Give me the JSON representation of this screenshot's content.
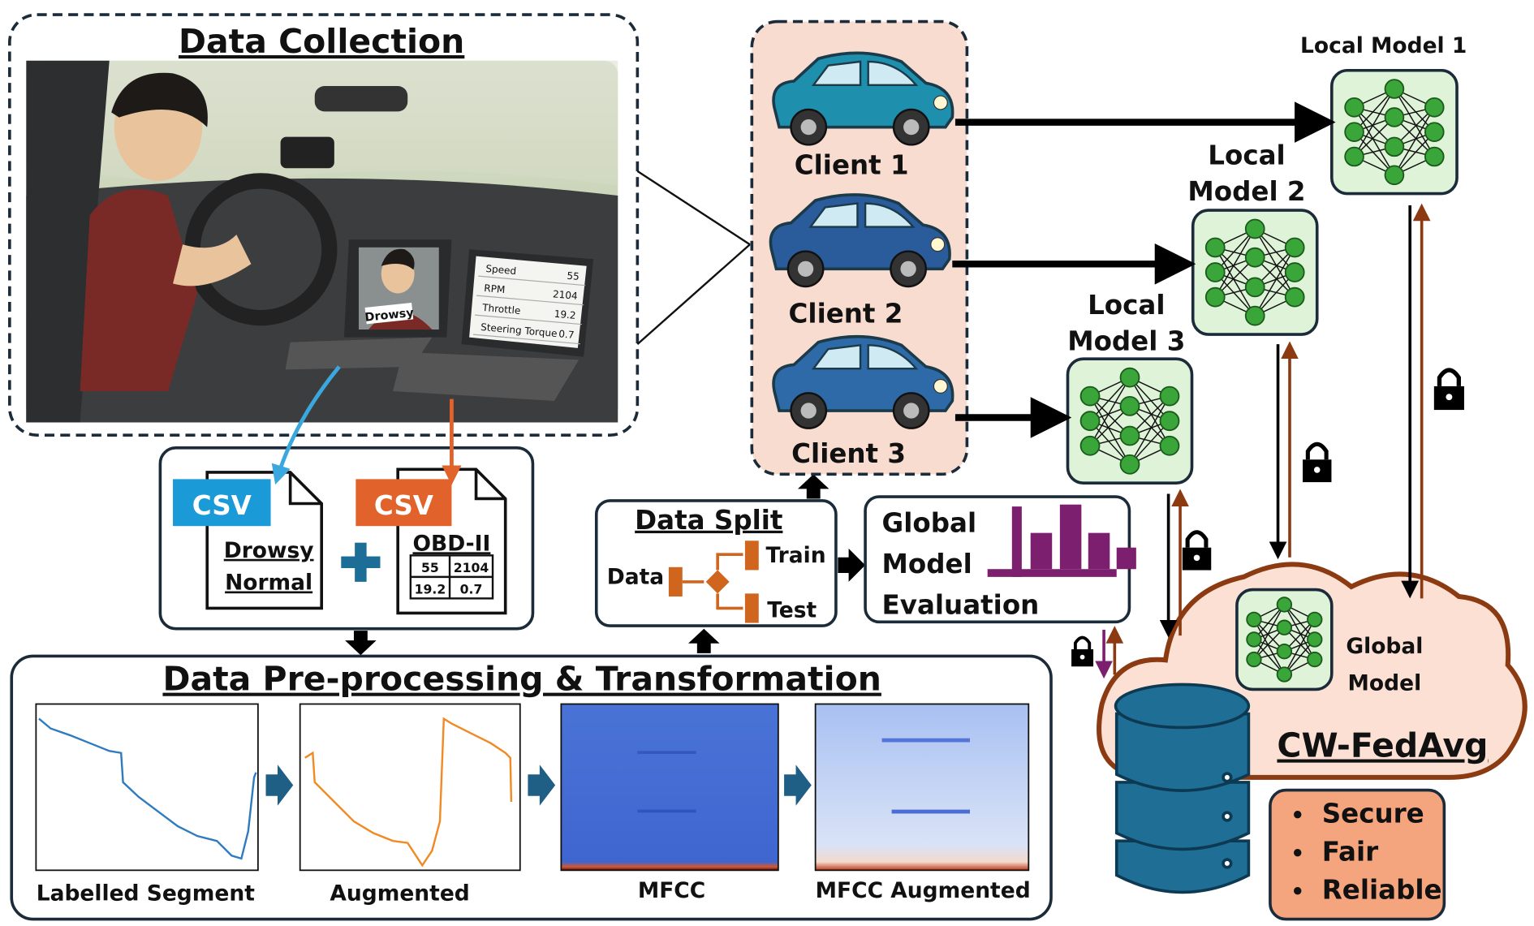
{
  "data_collection": {
    "title": "Data Collection",
    "camera_label": "Drowsy",
    "obd_table": [
      [
        "Speed",
        "55"
      ],
      [
        "RPM",
        "2104"
      ],
      [
        "Throttle",
        "19.2"
      ],
      [
        "Steering Torque",
        "0.7"
      ]
    ]
  },
  "csv": {
    "tag": "CSV",
    "doc1_line1": "Drowsy",
    "doc1_line2": "Normal",
    "doc2_title": "OBD-II",
    "doc2_cells": [
      "55",
      "2104",
      "19.2",
      "0.7"
    ]
  },
  "preprocessing": {
    "title": "Data Pre-processing & Transformation",
    "panels": [
      "Labelled Segment",
      "Augmented",
      "MFCC",
      "MFCC Augmented"
    ]
  },
  "data_split": {
    "title": "Data Split",
    "input": "Data",
    "train": "Train",
    "test": "Test"
  },
  "evaluation": {
    "line1": "Global",
    "line2": "Model",
    "line3": "Evaluation"
  },
  "clients": [
    "Client 1",
    "Client 2",
    "Client 3"
  ],
  "local_models": {
    "m1": "Local Model 1",
    "m2_line1": "Local",
    "m2_line2": "Model 2",
    "m3_line1": "Local",
    "m3_line2": "Model 3"
  },
  "server": {
    "global_line1": "Global",
    "global_line2": "Model",
    "name": "CW-FedAvg",
    "properties": [
      "Secure",
      "Fair",
      "Reliable"
    ]
  },
  "colors": {
    "csv_blue": "#1a9ad6",
    "csv_orange": "#e2622b",
    "nn_green": "#3aa63a",
    "nn_bg": "#dff3d8",
    "client_bg": "#f9dcd0",
    "cloud_stroke": "#8b3a12",
    "eval_purple": "#7b1f6e",
    "database_blue": "#1f6e96",
    "properties_bg": "#f4a57e"
  },
  "icons": [
    "car-icon",
    "neural-network-icon",
    "lock-icon",
    "database-icon",
    "cloud-icon",
    "bar-chart-icon",
    "document-icon",
    "plus-icon"
  ]
}
